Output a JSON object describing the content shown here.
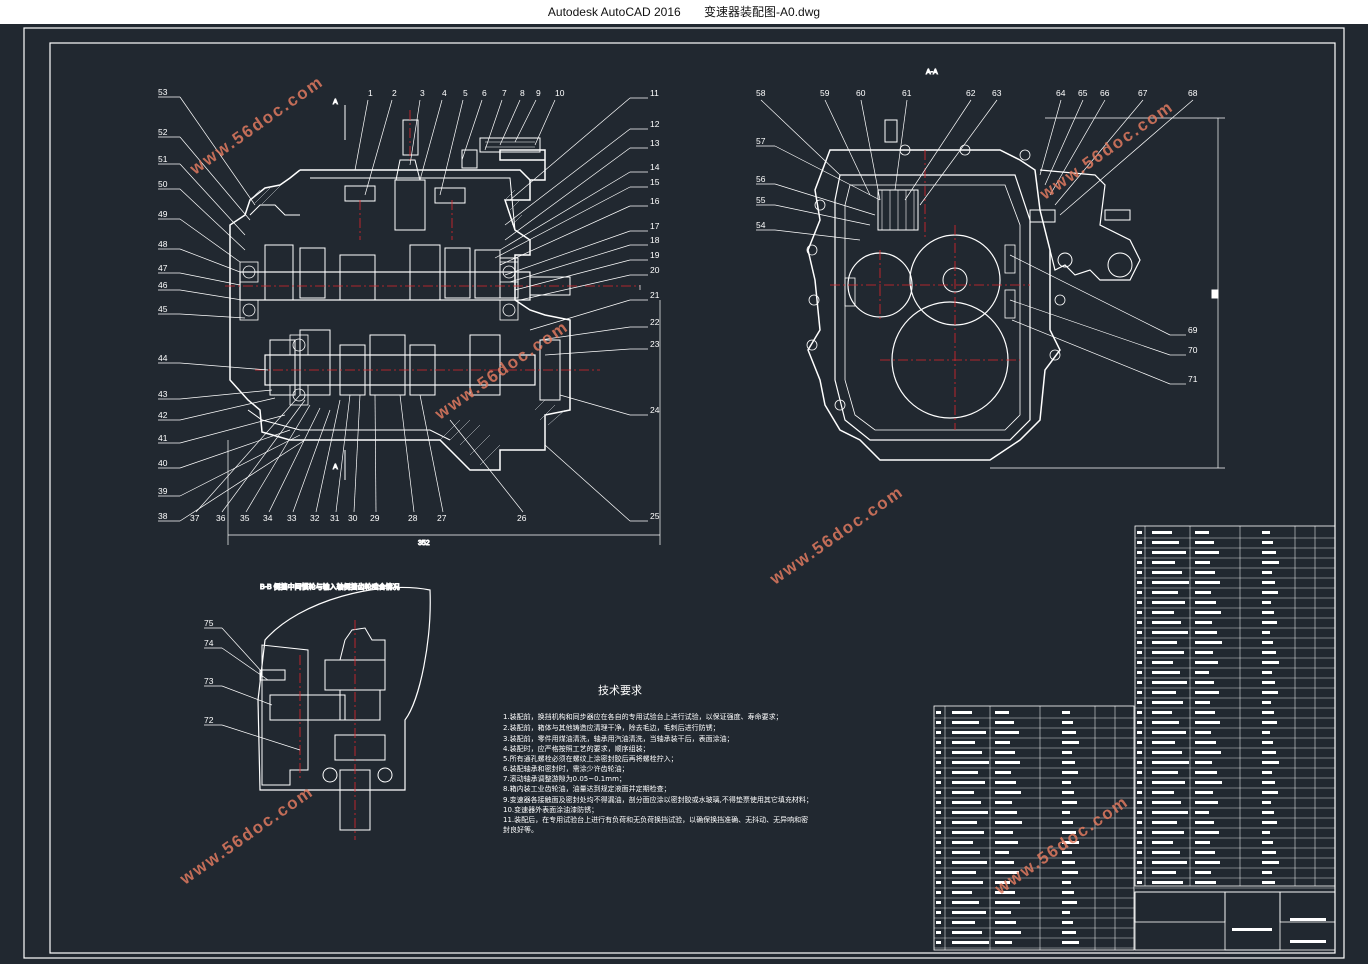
{
  "window": {
    "app": "Autodesk AutoCAD 2016",
    "file": "变速器装配图-A0.dwg"
  },
  "colors": {
    "background": "#212830",
    "line": "#ffffff",
    "center_line": "#e0262b",
    "watermark": "#e07a5f"
  },
  "drawing": {
    "section_label": "A-A",
    "view_label_b": "B-B 倒挡中间惯轮与输入轴倒挡齿轮啮合情况",
    "main_left_labels": [
      "53",
      "52",
      "51",
      "50",
      "49",
      "48",
      "47",
      "46",
      "45",
      "44",
      "43",
      "42",
      "41",
      "40",
      "39",
      "38"
    ],
    "main_top_labels": [
      "1",
      "2",
      "3",
      "4",
      "5",
      "6",
      "7",
      "8",
      "9",
      "10"
    ],
    "main_right_labels": [
      "11",
      "12",
      "13",
      "14",
      "15",
      "16",
      "17",
      "18",
      "19",
      "20",
      "21",
      "22",
      "23",
      "24",
      "25"
    ],
    "main_bottom_labels": [
      "37",
      "36",
      "35",
      "34",
      "33",
      "32",
      "31",
      "30",
      "29",
      "28",
      "27",
      "26"
    ],
    "section_top_labels": [
      "58",
      "59",
      "60",
      "61",
      "62",
      "63",
      "64",
      "65",
      "66",
      "67",
      "68"
    ],
    "section_left_labels": [
      "57",
      "56",
      "55",
      "54"
    ],
    "section_right_labels": [
      "69",
      "70",
      "71"
    ],
    "bview_labels": [
      "75",
      "74",
      "73",
      "72"
    ],
    "dimension_bottom": "352",
    "marker_a": "A",
    "watermark_text": "www.56doc.com"
  },
  "tech_requirements": {
    "title": "技术要求",
    "items": [
      "1.装配前，换挡机构和同步器应在各自的专用试验台上进行试验，以保证强度、寿命要求；",
      "2.装配前，箱体与其他铸造应清理干净，除去毛边，毛刺后进行防锈；",
      "3.装配前，零件用煤油清洗，轴承用汽油清洗，当轴承装干后，表面涂油；",
      "4.装配时，应严格按照工艺的要求，顺序组装；",
      "5.所有通孔螺栓必须在螺纹上涂密封胶后再将螺栓拧入；",
      "6.装配轴承和密封时，需涂少许齿轮油；",
      "7.滚动轴承调整游隙为0.05~0.1mm；",
      "8.箱内装工业齿轮油，油量达到规定液面并定期检查；",
      "9.变速器各接触面及密封处均不得漏油，剖分面应涂以密封胶或水玻璃,不得垫票使用其它填充材料；",
      "10.变速器外表面涂油漆防锈；",
      "11.装配后，在专用试验台上进行有负荷和无负荷换挡试验，以确保换挡准确、无抖动、无异响和密",
      "封良好等。"
    ]
  }
}
